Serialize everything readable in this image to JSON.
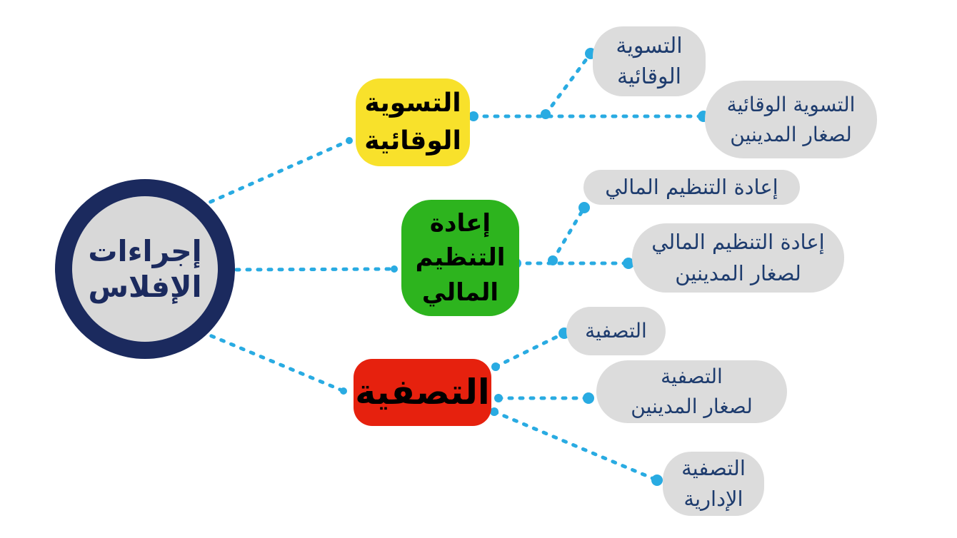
{
  "colors": {
    "connector": "#29abe2",
    "ring_navy": "#1b2a5e",
    "circle_fill": "#d8d8d8",
    "bubble_fill": "#dcdcdc",
    "bubble_text": "#1e3c6e",
    "branch_yellow": "#f8e12b",
    "branch_green": "#2db41e",
    "branch_red": "#e6210e",
    "branch_text": "#000000"
  },
  "diagram": {
    "root": {
      "label": "إجراءات الإفلاس",
      "lines": [
        "إجراءات",
        "الإفلاس"
      ]
    },
    "branches": [
      {
        "name": "preventive-settlement",
        "node": {
          "label": "التسوية الوقائية",
          "lines": [
            "التسوية",
            "الوقائية"
          ]
        },
        "children": [
          {
            "label": "التسوية الوقائية",
            "lines": [
              "التسوية",
              "الوقائية"
            ]
          },
          {
            "label": "التسوية الوقائية لصغار المدينين",
            "lines": [
              "التسوية الوقائية",
              "لصغار المدينين"
            ]
          }
        ]
      },
      {
        "name": "financial-reorganization",
        "node": {
          "label": "إعادة التنظيم المالي",
          "lines": [
            "إعادة",
            "التنظيم",
            "المالي"
          ]
        },
        "children": [
          {
            "label": "إعادة التنظيم المالي",
            "lines": [
              "إعادة التنظيم المالي"
            ]
          },
          {
            "label": "إعادة التنظيم المالي لصغار المدينين",
            "lines": [
              "إعادة التنظيم المالي",
              "لصغار المدينين"
            ]
          }
        ]
      },
      {
        "name": "liquidation",
        "node": {
          "label": "التصفية",
          "lines": [
            "التصفية"
          ]
        },
        "children": [
          {
            "label": "التصفية",
            "lines": [
              "التصفية"
            ]
          },
          {
            "label": "التصفية لصغار المدينين",
            "lines": [
              "التصفية",
              "لصغار المدينين"
            ]
          },
          {
            "label": "التصفية الإدارية",
            "lines": [
              "التصفية",
              "الإدارية"
            ]
          }
        ]
      }
    ]
  }
}
